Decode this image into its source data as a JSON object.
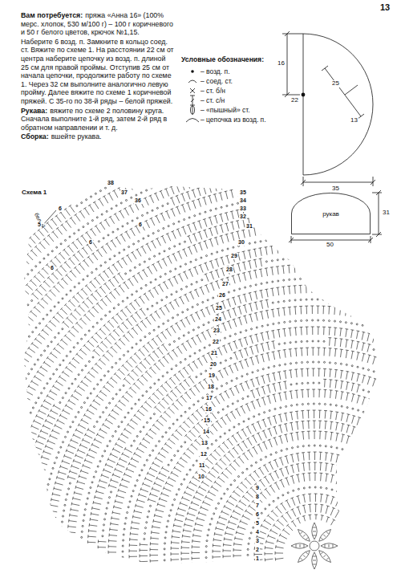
{
  "diagram": {
    "nodes": [
      {
        "text": [
          "рукав"
        ]
      }
    ],
    "labels": [
      "13",
      "Вам потребуется:",
      "пряжа «Анна 16» (100% мерс. хлопок, 530 м/100 г) – 100 г коричневого и 50 г белого цветов, крючок №1,15.",
      "Наберите 6 возд. п. Замкните в кольцо соед. ст. Вяжите по схеме 1. На расстоянии 22 см от центра наберите цепочку из возд. п. длиной 25 см для правой проймы. Отступив 25 см от начала цепочки, продолжите работу по схеме 1. Через 32 см выполните аналогично левую пройму. Далее вяжите по схеме 1 коричневой пряжей. С 35-го по 38-й ряды – белой пряжей.",
      "Рукава:",
      "вяжите по схеме 2 половину круга. Сначала выполните 1-й ряд, затем 2-й ряд в обратном направлении и т. д.",
      "Сборка:",
      "вшейте рукава.",
      "Условные обозначения:",
      "16",
      "25",
      "13",
      "22",
      "35",
      "31",
      "50",
      "Схема 1",
      "белый",
      "38",
      "37",
      "36",
      "35",
      "34",
      "33",
      "32",
      "31",
      "30",
      "29",
      "28",
      "27",
      "26",
      "25",
      "24",
      "23",
      "22",
      "21",
      "20",
      "19",
      "18",
      "17",
      "16",
      "15",
      "14",
      "13",
      "12",
      "11",
      "10",
      "9",
      "8",
      "7",
      "6",
      "5",
      "4",
      "3",
      "2",
      "1",
      "6",
      "5",
      "6",
      "6",
      "6"
    ],
    "legend": [
      {
        "text": "– возд. п."
      },
      {
        "text": "– соед. ст."
      },
      {
        "text": "– ст. б/н"
      },
      {
        "text": "– ст. с/н"
      },
      {
        "text": "– «пышный» ст."
      },
      {
        "text": "– цепочка из возд. п."
      }
    ]
  }
}
